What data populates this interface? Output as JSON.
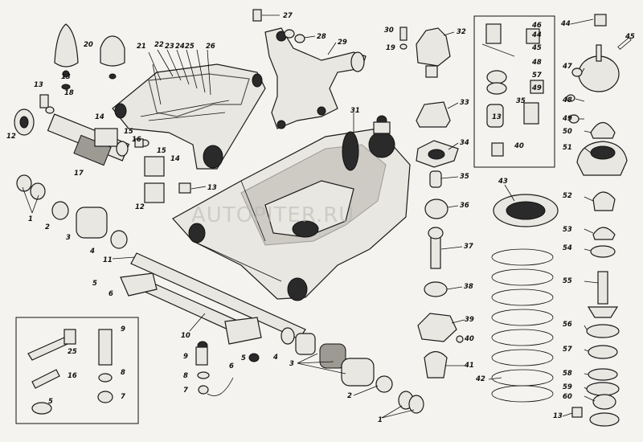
{
  "watermark": "AUTOPITER.RU",
  "callouts": {
    "n1": "1",
    "n2": "2",
    "n3": "3",
    "n4": "4",
    "n5": "5",
    "n6": "6",
    "n7": "7",
    "n8": "8",
    "n9": "9",
    "n10": "10",
    "n11": "11",
    "n12": "12",
    "n13": "13",
    "n14": "14",
    "n15": "15",
    "n16": "16",
    "n17": "17",
    "n18": "18",
    "n19": "19",
    "n20": "20",
    "n21": "21",
    "n22": "22",
    "n23": "23",
    "n24": "24",
    "n25": "25",
    "n26": "26",
    "n27": "27",
    "n28": "28",
    "n29": "29",
    "n30": "30",
    "n31": "31",
    "n32": "32",
    "n33": "33",
    "n34": "34",
    "n35": "35",
    "n36": "36",
    "n37": "37",
    "n38": "38",
    "n39": "39",
    "n40": "40",
    "n41": "41",
    "n42": "42",
    "n43": "43",
    "n44": "44",
    "n45": "45",
    "n46": "46",
    "n47": "47",
    "n48": "48",
    "n49": "49",
    "n50": "50",
    "n51": "51",
    "n52": "52",
    "n53": "53",
    "n54": "54",
    "n55": "55",
    "n56": "56",
    "n57": "57",
    "n58": "58",
    "n59": "59",
    "n60": "60"
  },
  "colors": {
    "ink": "#1a1a1a",
    "paper": "#f4f3ef",
    "shade": "#9d9a94"
  }
}
